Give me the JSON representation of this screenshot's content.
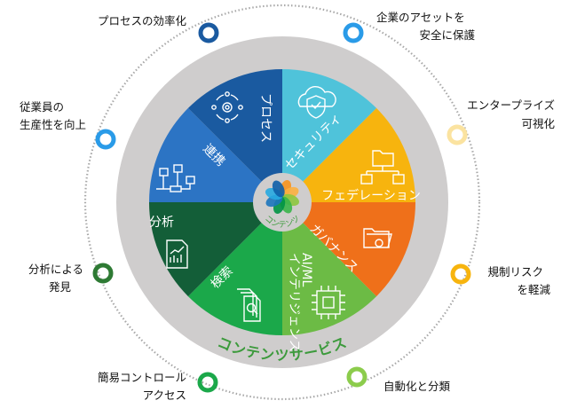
{
  "center": {
    "label": "コンテンツ"
  },
  "ring_label": "コンテンツサービス",
  "segments": [
    {
      "label": "セキュリティ",
      "color": "#4fc3da",
      "icon": "cloud-shield-icon"
    },
    {
      "label": "フェデレーション",
      "color": "#f7b40e",
      "icon": "folder-hierarchy-icon"
    },
    {
      "label": "ガバナンス",
      "color": "#ef701a",
      "icon": "folder-gear-icon"
    },
    {
      "label": "AI/ML",
      "label2": "インテリジェンス",
      "color": "#6cbb45",
      "icon": "chip-icon"
    },
    {
      "label": "検索",
      "color": "#1ba84a",
      "icon": "document-search-icon"
    },
    {
      "label": "分析",
      "color": "#135e38",
      "icon": "chart-report-icon"
    },
    {
      "label": "連携",
      "color": "#2c74c4",
      "icon": "network-icon"
    },
    {
      "label": "プロセス",
      "color": "#1a5aa0",
      "icon": "gear-cycle-icon"
    }
  ],
  "benefits": [
    {
      "lines": [
        "プロセスの効率化"
      ],
      "color": "#1a5aa0"
    },
    {
      "lines": [
        "企業のアセットを",
        "安全に保護"
      ],
      "color": "#2a9be8"
    },
    {
      "lines": [
        "エンタープライズ",
        "可視化"
      ],
      "color": "#fbe3a0"
    },
    {
      "lines": [
        "規制リスク",
        "を軽減"
      ],
      "color": "#f7b40e"
    },
    {
      "lines": [
        "自動化と分類"
      ],
      "color": "#8ccc4c"
    },
    {
      "lines": [
        "簡易コントロール",
        "アクセス"
      ],
      "color": "#1ba84a"
    },
    {
      "lines": [
        "分析による",
        "発見"
      ],
      "color": "#2e7a34"
    },
    {
      "lines": [
        "従業員の",
        "生産性を向上"
      ],
      "color": "#2a9be8"
    }
  ]
}
